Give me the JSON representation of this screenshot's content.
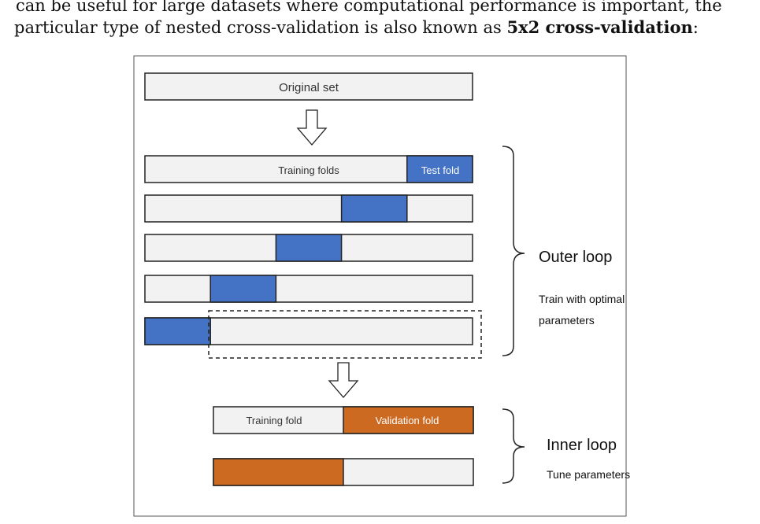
{
  "intro": {
    "line1": "can be useful for large datasets where computational performance is important, the",
    "line2_text": "particular type of nested cross-validation is also known as ",
    "line2_bold": "5x2 cross-validation",
    "line2_end": ":"
  },
  "figure": {
    "original_set": "Original set",
    "outer_first_row": {
      "training_label": "Training folds",
      "test_label": "Test fold"
    },
    "outer_loop": {
      "title": "Outer loop",
      "note_line1": "Train with optimal",
      "note_line2": "parameters",
      "folds": 5,
      "test_fold_positions": [
        5,
        4,
        3,
        2,
        1
      ]
    },
    "inner_first_row": {
      "training_label": "Training fold",
      "validation_label": "Validation fold"
    },
    "inner_loop": {
      "title": "Inner loop",
      "note": "Tune parameters",
      "folds": 2,
      "validation_fold_positions": [
        2,
        1
      ]
    },
    "colors": {
      "test_fold": "#4472c4",
      "validation_fold": "#cc6a22",
      "bar_fill": "#f2f2f2",
      "stroke": "#222222"
    }
  }
}
